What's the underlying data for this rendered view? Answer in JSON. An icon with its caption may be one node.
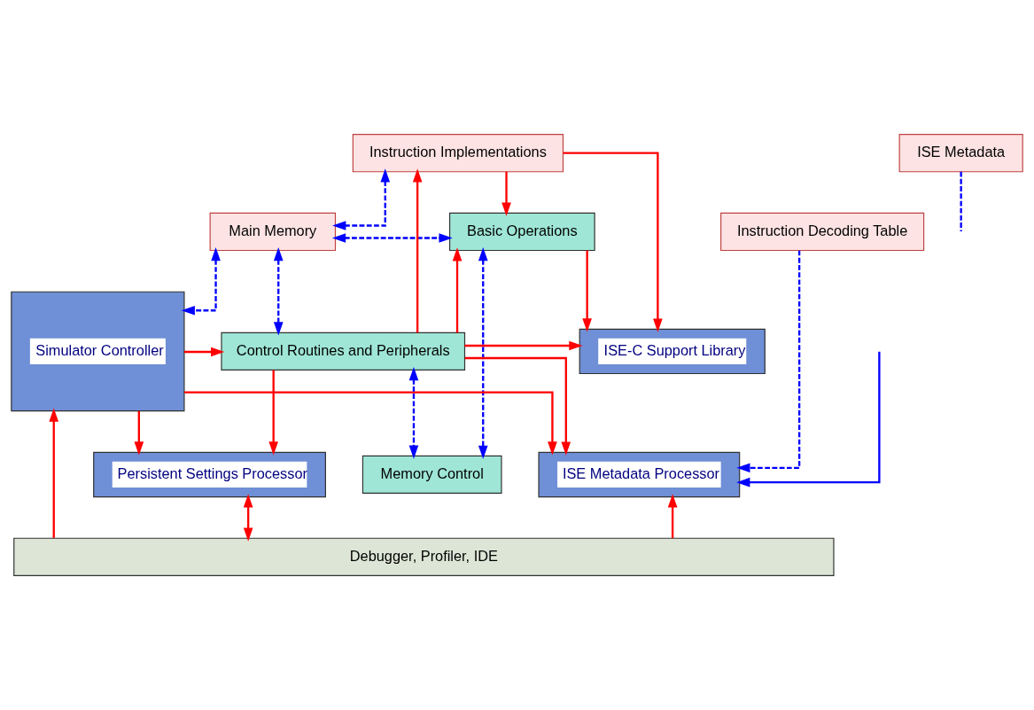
{
  "diagram": {
    "nodes": [
      {
        "text": [
          "Instruction Implementations"
        ]
      },
      {
        "text": [
          "ISE Metadata"
        ]
      },
      {
        "text": [
          "Main Memory"
        ]
      },
      {
        "text": [
          "Basic Operations"
        ]
      },
      {
        "text": [
          "Instruction Decoding Table"
        ]
      },
      {
        "text": [
          "Memory Control"
        ]
      },
      {
        "text": [
          "Simulator Controller"
        ]
      },
      {
        "text": [
          "Control Routines and Peripherals"
        ]
      },
      {
        "text": [
          "ISE-C Support Library"
        ]
      },
      {
        "text": [
          "Persistent Settings Processor"
        ]
      },
      {
        "text": [
          "ISE Metadata Processor"
        ]
      },
      {
        "text": [
          "Debugger, Profiler, IDE"
        ]
      }
    ],
    "edges": [
      {
        "from": 2,
        "to": 0,
        "arrow": "both",
        "style": "dashed",
        "color": "#0000ff"
      },
      {
        "from": 2,
        "to": 3,
        "arrow": "both",
        "style": "dashed",
        "color": "#0000ff"
      },
      {
        "from": 2,
        "to": 6,
        "arrow": "both",
        "style": "dashed",
        "color": "#0000ff"
      },
      {
        "from": 2,
        "to": 7,
        "arrow": "both",
        "style": "dashed",
        "color": "#0000ff"
      },
      {
        "from": 7,
        "to": 5,
        "arrow": "both",
        "style": "dashed",
        "color": "#0000ff"
      },
      {
        "from": 3,
        "to": 5,
        "arrow": "both",
        "style": "dashed",
        "color": "#0000ff"
      },
      {
        "from": 7,
        "to": 0,
        "arrow": "to"
      },
      {
        "from": 7,
        "to": 3,
        "arrow": "to"
      },
      {
        "from": 0,
        "to": 3,
        "arrow": "to"
      },
      {
        "from": 0,
        "to": 8,
        "arrow": "to"
      },
      {
        "from": 3,
        "to": 8,
        "arrow": "to"
      },
      {
        "from": 6,
        "to": 7,
        "arrow": "to"
      },
      {
        "from": 7,
        "to": 8,
        "arrow": "to"
      },
      {
        "from": 7,
        "to": 10,
        "arrow": "to"
      },
      {
        "from": 7,
        "to": 9,
        "arrow": "to"
      },
      {
        "from": 6,
        "to": 10,
        "arrow": "to"
      },
      {
        "from": 6,
        "to": 9,
        "arrow": "to"
      },
      {
        "from": 11,
        "to": 6,
        "arrow": "to"
      },
      {
        "from": 11,
        "to": 9,
        "arrow": "both"
      },
      {
        "from": 11,
        "to": 10,
        "arrow": "to"
      },
      {
        "from": 4,
        "to": 10,
        "arrow": "to",
        "style": "dashed",
        "color": "#0000ff"
      },
      {
        "from": 1,
        "to": null,
        "arrow": "none",
        "style": "dashed",
        "color": "#0000ff"
      },
      {
        "from": null,
        "to": 10,
        "arrow": "to",
        "color": "#0000ff"
      }
    ]
  }
}
